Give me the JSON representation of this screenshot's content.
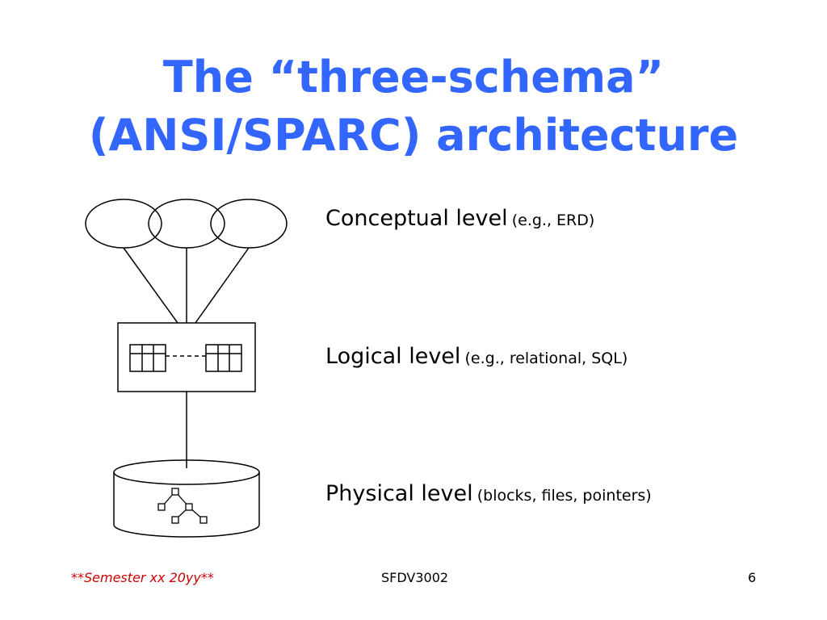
{
  "slide": {
    "title_line1": "The “three-schema”",
    "title_line2": "(ANSI/SPARC) architecture"
  },
  "levels": [
    {
      "name": "Conceptual level",
      "example": "(e.g., ERD)"
    },
    {
      "name": "Logical level",
      "example": "(e.g., relational, SQL)"
    },
    {
      "name": "Physical level",
      "example": "(blocks, files, pointers)"
    }
  ],
  "footer": {
    "semester": "**Semester xx 20yy**",
    "course": "SFDV3002",
    "page_number": "6"
  },
  "colors": {
    "title": "#3366ff",
    "footer_semester": "#cc0000"
  }
}
